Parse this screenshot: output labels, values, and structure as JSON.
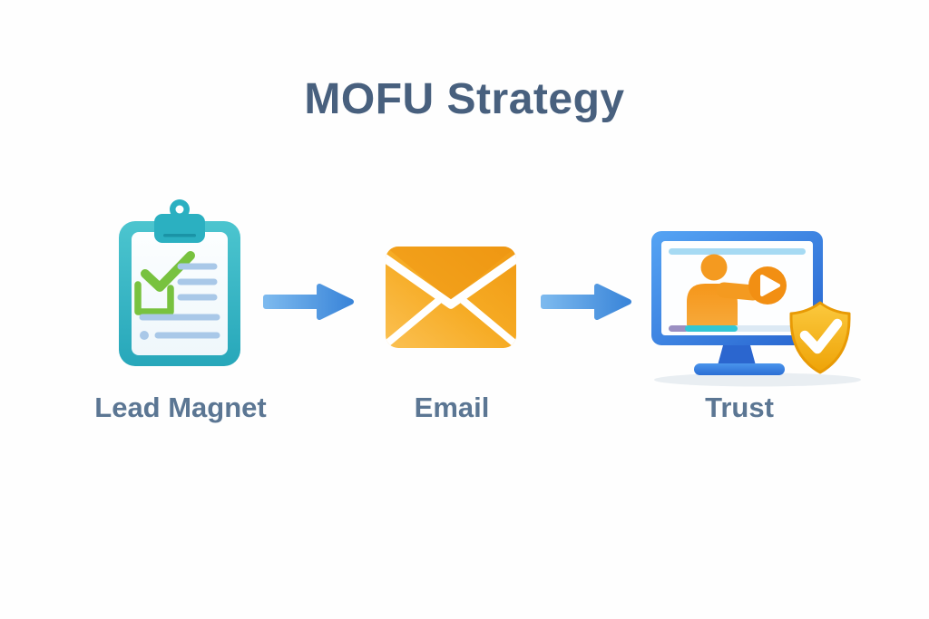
{
  "title": "MOFU Strategy",
  "steps": [
    {
      "id": "lead-magnet",
      "label": "Lead Magnet",
      "icon": "clipboard-checklist-icon"
    },
    {
      "id": "email",
      "label": "Email",
      "icon": "email-envelope-icon"
    },
    {
      "id": "trust",
      "label": "Trust",
      "icon": "video-monitor-shield-icon"
    }
  ],
  "connectors": [
    {
      "icon": "arrow-right-icon"
    },
    {
      "icon": "arrow-right-icon"
    }
  ],
  "colors": {
    "background": "#fefefe",
    "title_text": "#48607e",
    "label_text": "#5b7693",
    "arrow_blue_light": "#7cb9ee",
    "arrow_blue_dark": "#3a85d9",
    "clipboard_teal_light": "#4cc5cf",
    "clipboard_teal_dark": "#27a7ba",
    "check_green": "#78c23f",
    "paper_line_blue": "#a9c8e8",
    "envelope_orange_dark": "#f09a14",
    "envelope_orange_light": "#fbc153",
    "monitor_frame_blue_light": "#55a4f4",
    "monitor_frame_blue_dark": "#2764cf",
    "screen_topbar_blue": "#a6daf3",
    "person_orange": "#f49a20",
    "progress_purple": "#9b8fc2",
    "progress_teal": "#32c6d4",
    "shield_gold_light": "#fbc93e",
    "shield_gold_dark": "#eea307"
  }
}
